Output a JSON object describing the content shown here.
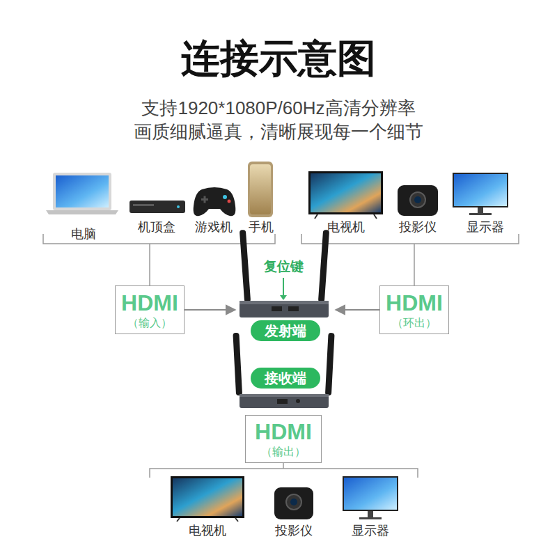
{
  "diagram": {
    "title": "连接示意图",
    "nodes": [
      {
        "text": [
          "HDMI",
          "（输入）"
        ]
      },
      {
        "text": [
          "发射端"
        ]
      },
      {
        "text": [
          "HDMI",
          "（环出）"
        ]
      },
      {
        "text": [
          "接收端"
        ]
      },
      {
        "text": [
          "HDMI",
          "（输出）"
        ]
      }
    ],
    "edges": [
      {
        "from": 0,
        "to": 1,
        "arrow": "to"
      },
      {
        "from": 2,
        "to": 1,
        "arrow": "to"
      }
    ],
    "labels": [
      "支持1920*1080P/60Hz高清分辨率",
      "画质细腻逼真，清晰展现每一个细节",
      "电脑",
      "机顶盒",
      "游戏机",
      "手机",
      "电视机",
      "投影仪",
      "显示器",
      "复位键",
      "电视机",
      "投影仪",
      "显示器"
    ]
  }
}
